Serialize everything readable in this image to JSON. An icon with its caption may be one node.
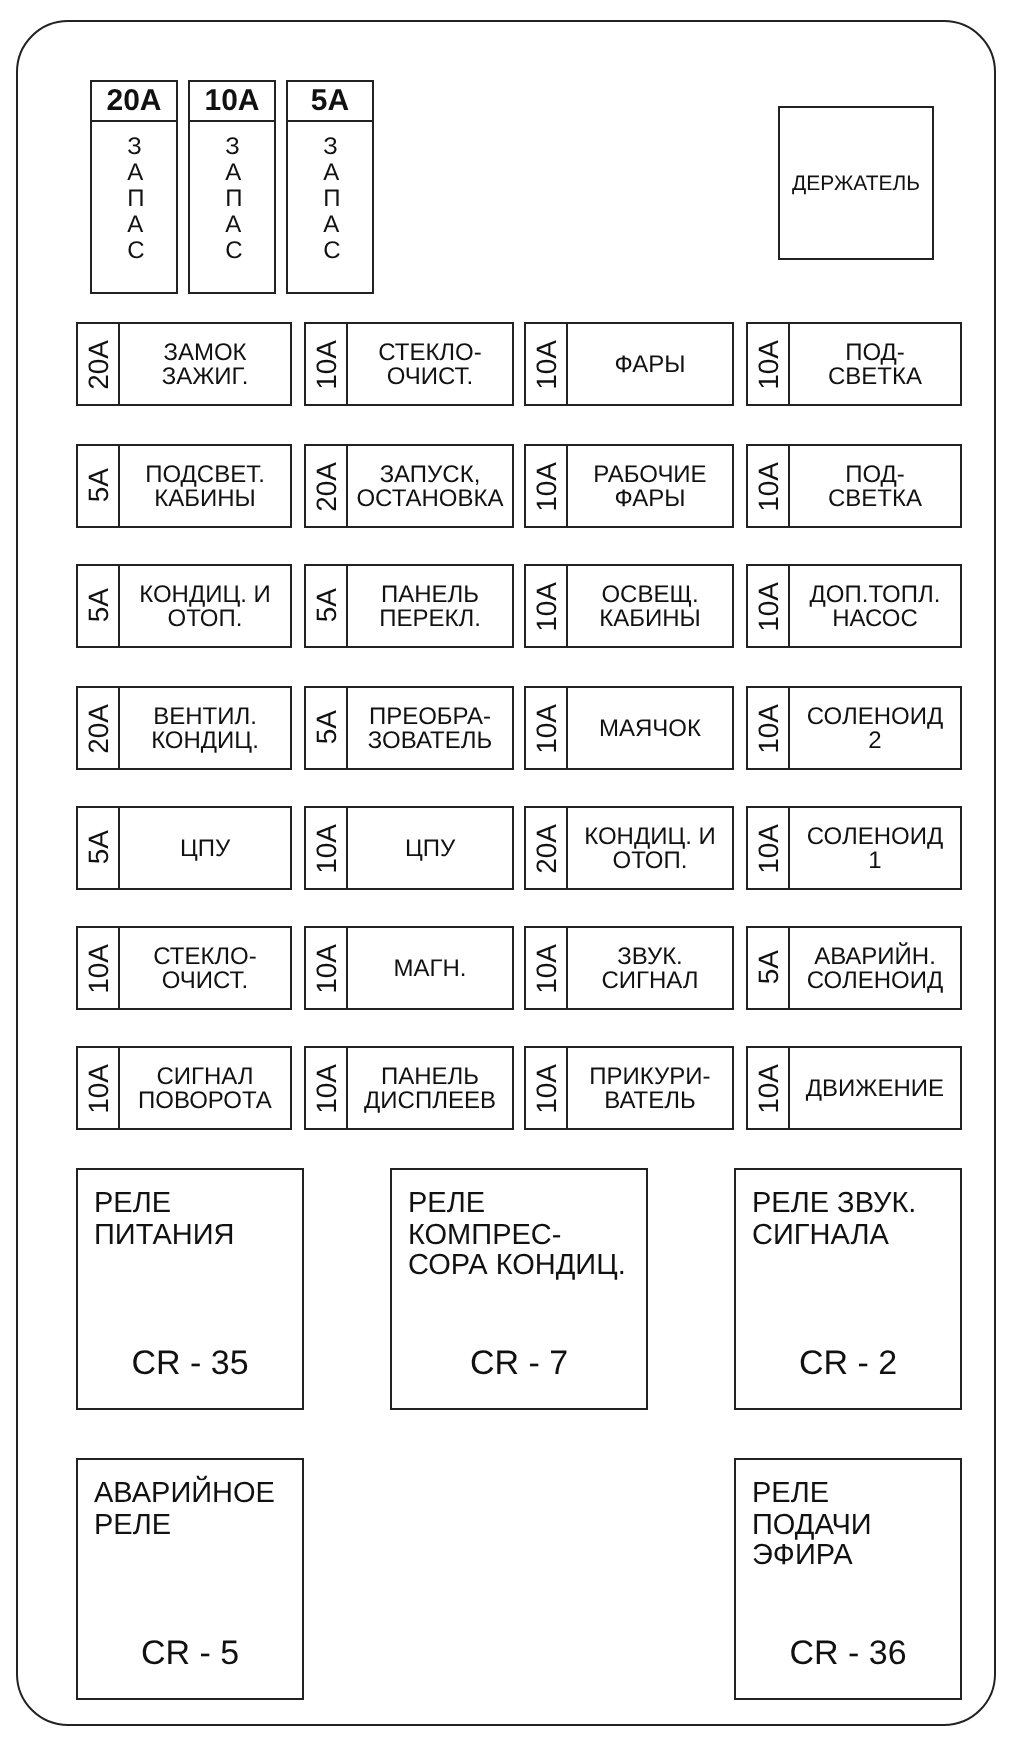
{
  "diagram": {
    "nodes": [
      {
        "text": [
          "20A",
          "ЗАПАС"
        ]
      },
      {
        "text": [
          "10A",
          "ЗАПАС"
        ]
      },
      {
        "text": [
          "5A",
          "ЗАПАС"
        ]
      },
      {
        "text": [
          "ДЕРЖАТЕЛЬ"
        ]
      },
      {
        "text": [
          "20A",
          "ЗАМОК ЗАЖИГ."
        ]
      },
      {
        "text": [
          "10A",
          "СТЕКЛО- ОЧИСТ."
        ]
      },
      {
        "text": [
          "10A",
          "ФАРЫ"
        ]
      },
      {
        "text": [
          "10A",
          "ПОД- СВЕТКА"
        ]
      },
      {
        "text": [
          "5A",
          "ПОДСВЕТ. КАБИНЫ"
        ]
      },
      {
        "text": [
          "20A",
          "ЗАПУСК, ОСТАНОВКА"
        ]
      },
      {
        "text": [
          "10A",
          "РАБОЧИЕ ФАРЫ"
        ]
      },
      {
        "text": [
          "10A",
          "ПОД- СВЕТКА"
        ]
      },
      {
        "text": [
          "5A",
          "КОНДИЦ. И ОТОП."
        ]
      },
      {
        "text": [
          "5A",
          "ПАНЕЛЬ ПЕРЕКЛ."
        ]
      },
      {
        "text": [
          "10A",
          "ОСВЕЩ. КАБИНЫ"
        ]
      },
      {
        "text": [
          "10A",
          "ДОП.ТОПЛ. НАСОС"
        ]
      },
      {
        "text": [
          "20A",
          "ВЕНТИЛ. КОНДИЦ."
        ]
      },
      {
        "text": [
          "5A",
          "ПРЕОБРА- ЗОВАТЕЛЬ"
        ]
      },
      {
        "text": [
          "10A",
          "МАЯЧОК"
        ]
      },
      {
        "text": [
          "10A",
          "СОЛЕНОИД 2"
        ]
      },
      {
        "text": [
          "5A",
          "ЦПУ"
        ]
      },
      {
        "text": [
          "10A",
          "ЦПУ"
        ]
      },
      {
        "text": [
          "20A",
          "КОНДИЦ. И ОТОП."
        ]
      },
      {
        "text": [
          "10A",
          "СОЛЕНОИД 1"
        ]
      },
      {
        "text": [
          "10A",
          "СТЕКЛО- ОЧИСТ."
        ]
      },
      {
        "text": [
          "10A",
          "МАГН."
        ]
      },
      {
        "text": [
          "10A",
          "ЗВУК. СИГНАЛ"
        ]
      },
      {
        "text": [
          "5A",
          "АВАРИЙН. СОЛЕНОИД"
        ]
      },
      {
        "text": [
          "10A",
          "СИГНАЛ ПОВОРОТА"
        ]
      },
      {
        "text": [
          "10A",
          "ПАНЕЛЬ ДИСПЛЕЕВ"
        ]
      },
      {
        "text": [
          "10A",
          "ПРИКУРИ- ВАТЕЛЬ"
        ]
      },
      {
        "text": [
          "10A",
          "ДВИЖЕНИЕ"
        ]
      },
      {
        "text": [
          "РЕЛЕ ПИТАНИЯ",
          "CR - 35"
        ]
      },
      {
        "text": [
          "РЕЛЕ КОМПРЕС- СОРА КОНДИЦ.",
          "CR - 7"
        ]
      },
      {
        "text": [
          "РЕЛЕ ЗВУК. СИГНАЛА",
          "CR - 2"
        ]
      },
      {
        "text": [
          "АВАРИЙНОЕ РЕЛЕ",
          "CR - 5"
        ]
      },
      {
        "text": [
          "РЕЛЕ ПОДАЧИ ЭФИРА",
          "CR - 36"
        ]
      }
    ]
  }
}
